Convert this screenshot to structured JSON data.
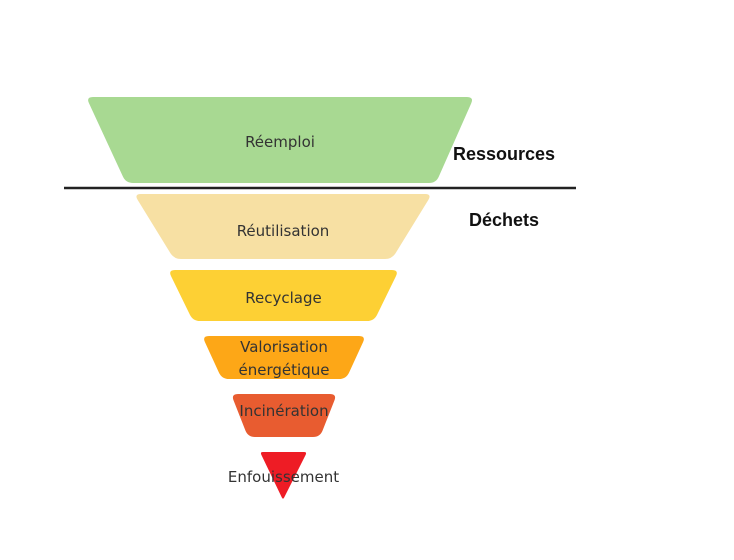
{
  "levels": [
    {
      "id": "reemploi",
      "lines": [
        "Réemploi"
      ],
      "color": "#a8d992"
    },
    {
      "id": "reutilisation",
      "lines": [
        "Réutilisation"
      ],
      "color": "#f7e0a3"
    },
    {
      "id": "recyclage",
      "lines": [
        "Recyclage"
      ],
      "color": "#fdd034"
    },
    {
      "id": "valorisation",
      "lines": [
        "Valorisation",
        "énergétique"
      ],
      "color": "#fda717"
    },
    {
      "id": "incineration",
      "lines": [
        "Incinération"
      ],
      "color": "#e85c30"
    },
    {
      "id": "enfouissement",
      "lines": [
        "Enfouissement"
      ],
      "color": "#ee1c25"
    }
  ],
  "side_labels": {
    "ressources": "Ressources",
    "dechets": "Déchets"
  },
  "divider_color": "#222222"
}
